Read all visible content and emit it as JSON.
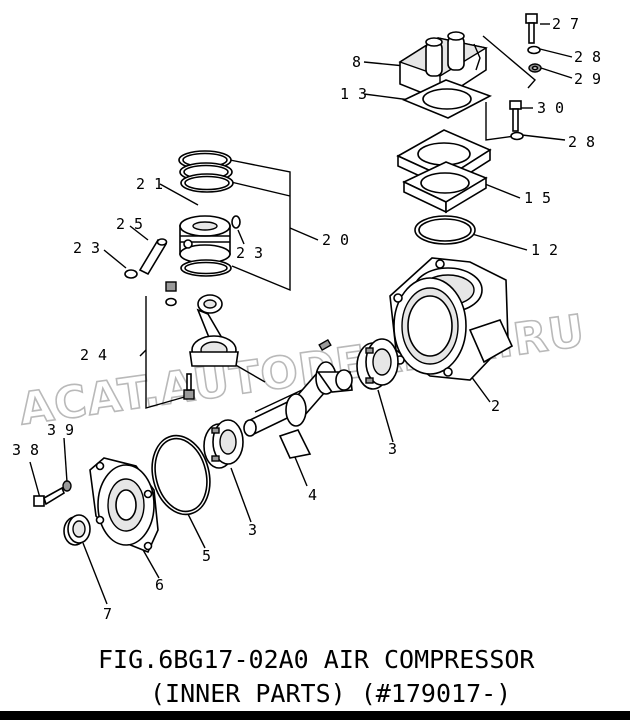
{
  "figure": {
    "caption_line1": "FIG.6BG17-02A0  AIR COMPRESSOR",
    "caption_line2": "(INNER PARTS) (#179017-)"
  },
  "watermark": {
    "text": "ACAT.AUTODEALER.RU"
  },
  "callouts": {
    "n27": "2 7",
    "n28a": "2 8",
    "n29": "2 9",
    "n8": "8",
    "n13": "1 3",
    "n30": "3 0",
    "n28b": "2 8",
    "n21": "2 1",
    "n15": "1 5",
    "n25": "2 5",
    "n20": "2 0",
    "n12": "1 2",
    "n23a": "2 3",
    "n23b": "2 3",
    "n24": "2 4",
    "n2": "2",
    "n3a": "3",
    "n38": "3 8",
    "n39": "3 9",
    "n4": "4",
    "n3b": "3",
    "n5": "5",
    "n6": "6",
    "n7": "7"
  }
}
